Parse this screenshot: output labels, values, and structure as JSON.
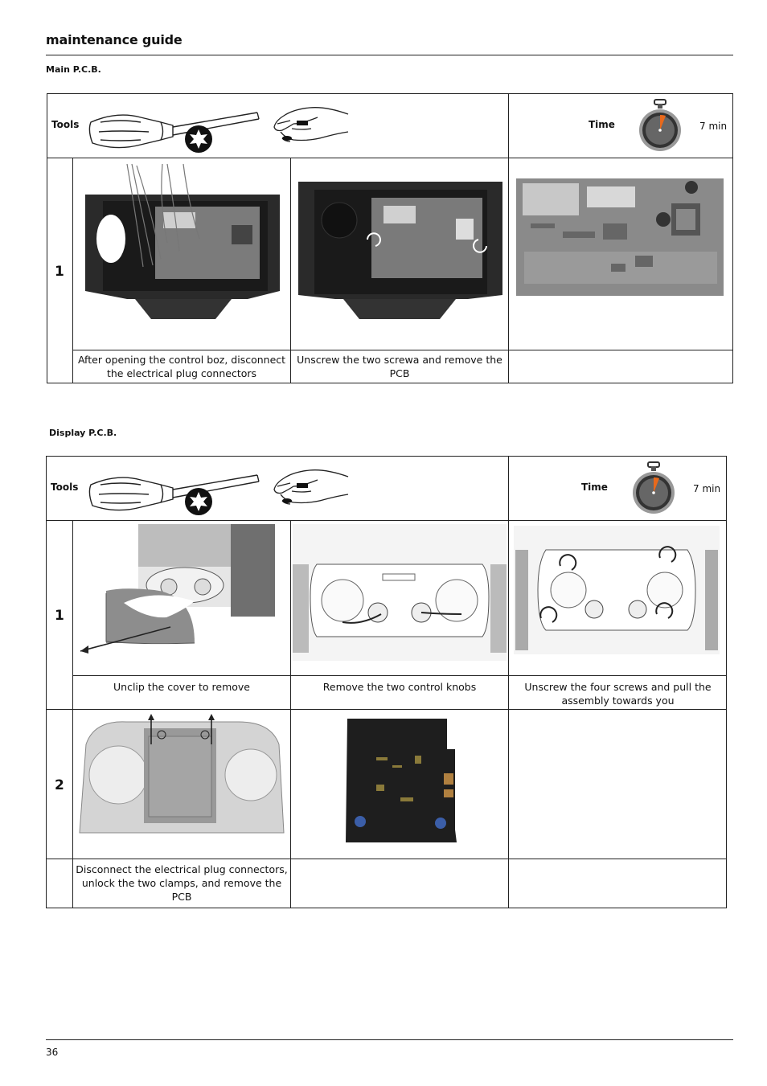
{
  "header": {
    "title": "maintenance guide"
  },
  "sections": [
    {
      "title": "Main P.C.B.",
      "tools_label": "Tools",
      "time_label": "Time",
      "time_value": "7 min",
      "steps": [
        {
          "number": "1",
          "captions": [
            "After opening the control boz, disconnect the electrical plug connectors",
            "Unscrew the two screwa and remove the PCB",
            ""
          ]
        }
      ]
    },
    {
      "title": "Display  P.C.B.",
      "tools_label": "Tools",
      "time_label": "Time",
      "time_value": "7 min",
      "steps": [
        {
          "number": "1",
          "captions": [
            "Unclip the cover to remove",
            "Remove the two control knobs",
            "Unscrew the four screws and pull the assembly towards you"
          ]
        },
        {
          "number": "2",
          "captions": [
            "Disconnect the electrical plug connectors, unlock the two clamps, and remove the PCB",
            "",
            ""
          ]
        }
      ]
    }
  ],
  "footer": {
    "page_number": "36"
  },
  "icons": {
    "screwdriver": "screwdriver-icon",
    "torx": "torx-bit-icon",
    "hand": "hand-icon",
    "stopwatch": "stopwatch-icon"
  },
  "colors": {
    "stopwatch_accent": "#e8691c"
  }
}
